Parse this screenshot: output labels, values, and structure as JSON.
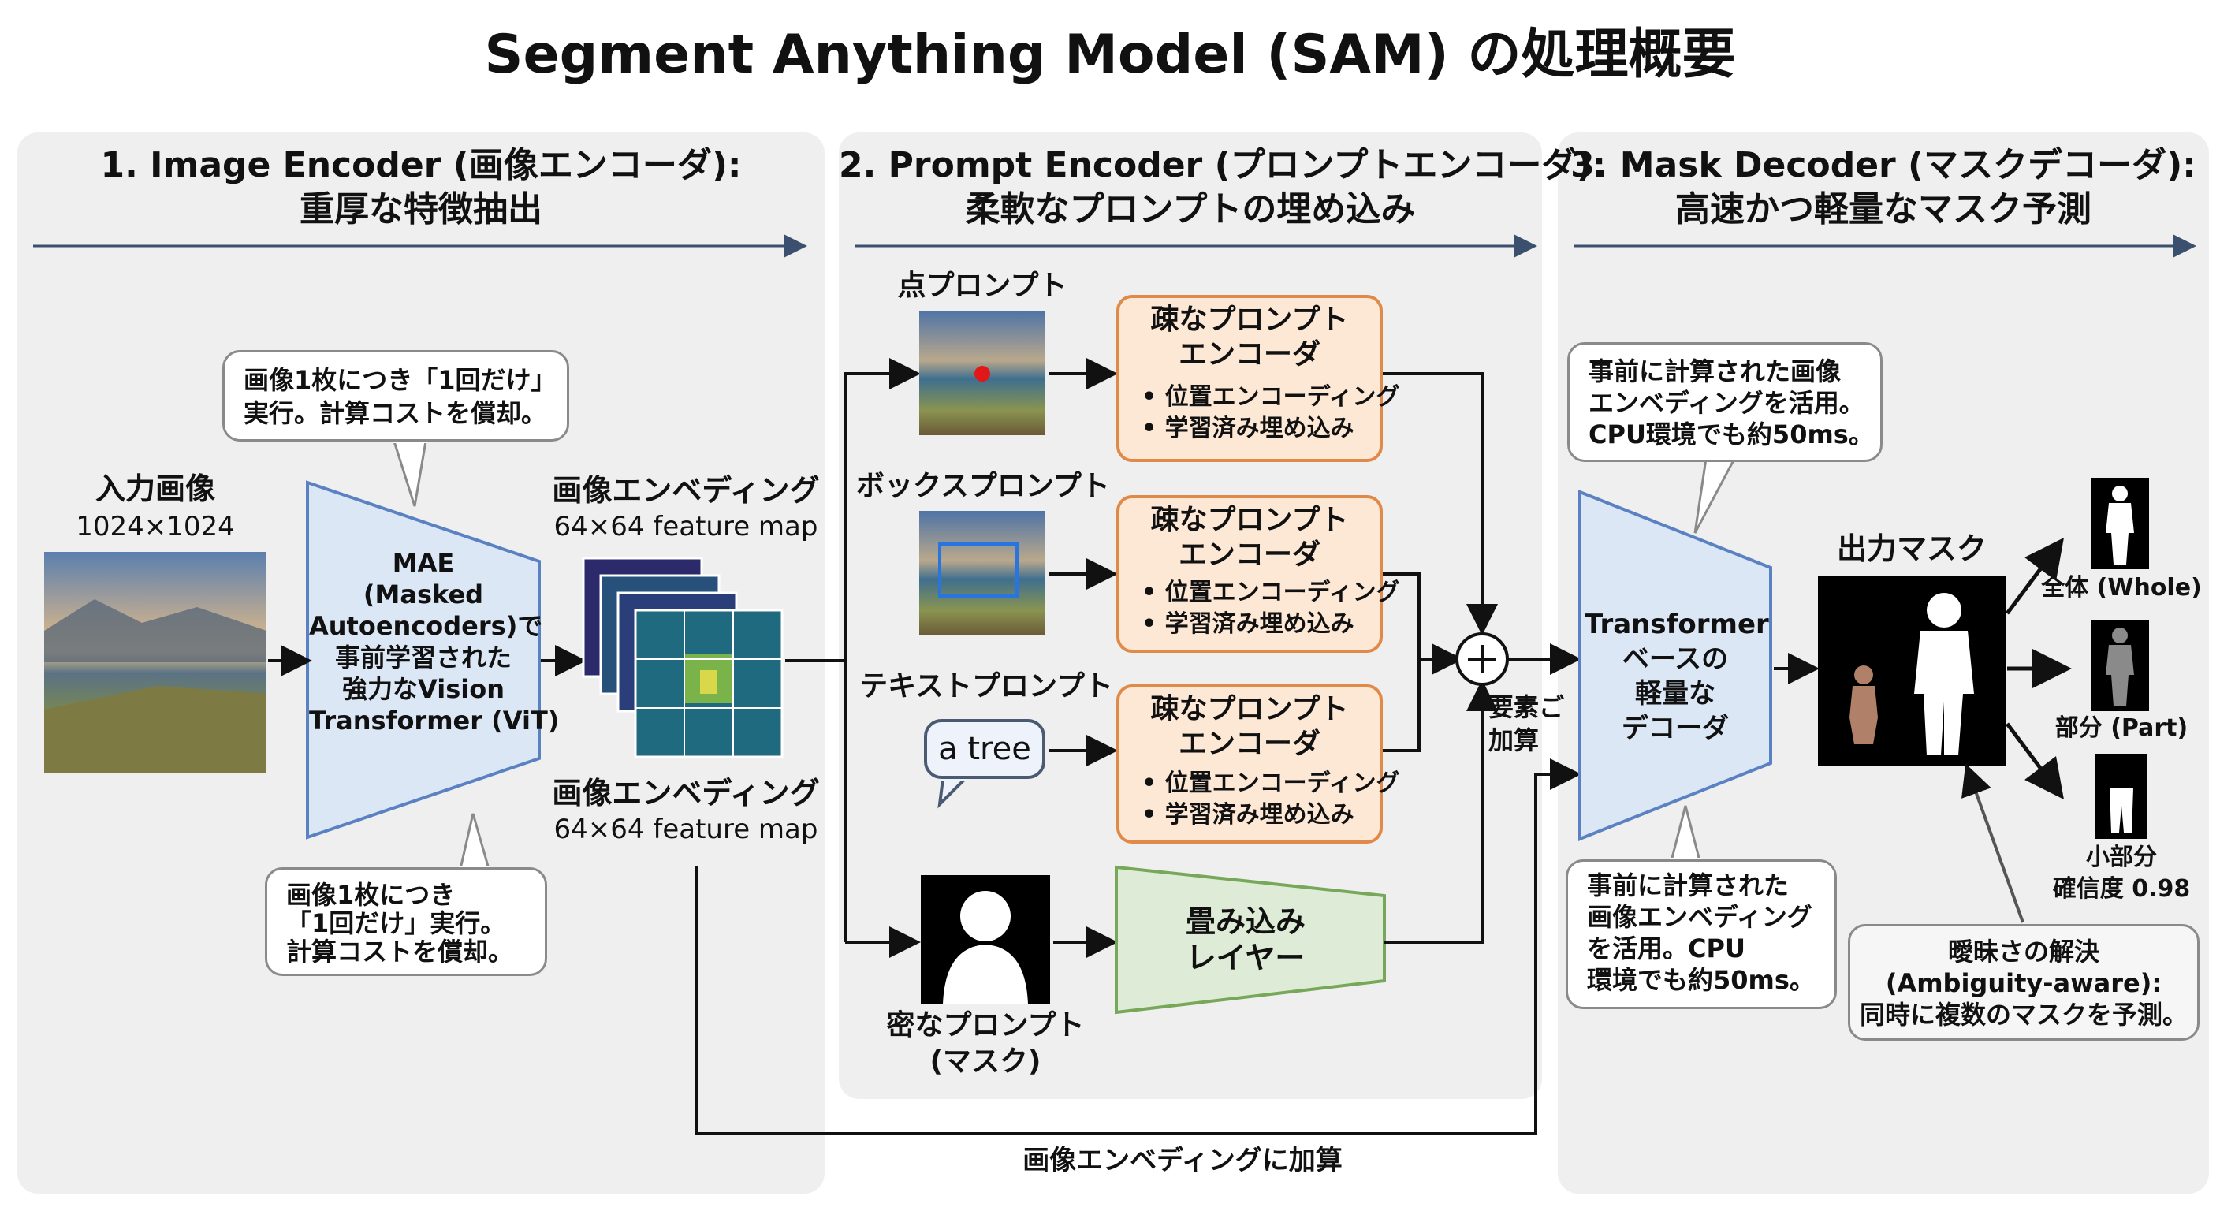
{
  "title": "Segment Anything Model (SAM) の処理概要",
  "sections": [
    {
      "title_line1": "1. Image Encoder (画像エンコーダ):",
      "title_line2": "重厚な特徴抽出"
    },
    {
      "title_line1": "2. Prompt Encoder (プロンプトエンコーダ):",
      "title_line2": "柔軟なプロンプトの埋め込み"
    },
    {
      "title_line1": "3. Mask Decoder (マスクデコーダ):",
      "title_line2": "高速かつ軽量なマスク予測"
    }
  ],
  "encoder": {
    "input_label": "入力画像",
    "input_size": "1024×1024",
    "mae_lines": [
      "MAE",
      "(Masked",
      "Autoencoders)で",
      "事前学習された",
      "強力なVision",
      "Transformer (ViT)"
    ],
    "callout_top": [
      "画像1枚につき「1回だけ」",
      "実行。計算コストを償却。"
    ],
    "callout_bottom": [
      "画像1枚につき",
      "「1回だけ」実行。",
      "計算コストを償却。"
    ],
    "embedding_top_label": "画像エンベディング",
    "embedding_top_sub": "64×64 feature map",
    "embedding_bottom_label": "画像エンベディング",
    "embedding_bottom_sub": "64×64 feature map"
  },
  "prompt": {
    "point_label": "点プロンプト",
    "box_label": "ボックスプロンプト",
    "text_label": "テキストプロンプト",
    "text_bubble": "a tree",
    "dense_label_1": "密なプロンプト",
    "dense_label_2": "(マスク)",
    "sparse_title_1": "疎なプロンプト",
    "sparse_title_2": "エンコーダ",
    "sparse_bullet_1": "• 位置エンコーディング",
    "sparse_bullet_2": "• 学習済み埋め込み",
    "conv_line_1": "畳み込み",
    "conv_line_2": "レイヤー",
    "sum_label_1": "要素ご",
    "sum_label_2": "加算",
    "bottom_path_label": "画像エンベディングに加算"
  },
  "decoder": {
    "callout_top": [
      "事前に計算された画像",
      "エンベディングを活用。",
      "CPU環境でも約50ms。"
    ],
    "callout_bottom": [
      "事前に計算された",
      "画像エンベディング",
      "を活用。CPU",
      "環境でも約50ms。"
    ],
    "decoder_lines": [
      "Transformer",
      "ベースの",
      "軽量な",
      "デコーダ"
    ],
    "output_label": "出力マスク",
    "whole_label": "全体 (Whole)",
    "part_label": "部分 (Part)",
    "subpart_label_1": "小部分",
    "subpart_label_2": "確信度 0.98",
    "ambiguity": [
      "曖昧さの解決",
      "(Ambiguity-aware):",
      "同時に複数のマスクを予測。"
    ]
  },
  "colors": {
    "panel_bg": "#efefef",
    "encoder_fill": "#dce7f6",
    "encoder_stroke": "#5a82c2",
    "sparse_fill": "#fde8d6",
    "sparse_stroke": "#e08a4a",
    "conv_fill": "#deebd6",
    "conv_stroke": "#77a85a",
    "arrow": "#111111"
  }
}
